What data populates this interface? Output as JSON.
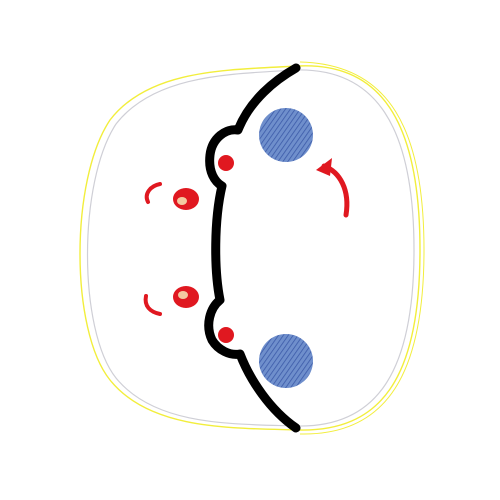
{
  "colors": {
    "background": "#ffffff",
    "outline_yellow": "#f2ee3c",
    "outline_gray": "#cfcfd6",
    "ink": "#000000",
    "accent_red": "#e01820",
    "accent_blue": "#5577bb",
    "highlight": "#f3c9a0"
  },
  "icons": [
    "head-outline",
    "face-line",
    "eye-red",
    "cheek-blue",
    "eyebrow-mark",
    "arrow-mark"
  ]
}
